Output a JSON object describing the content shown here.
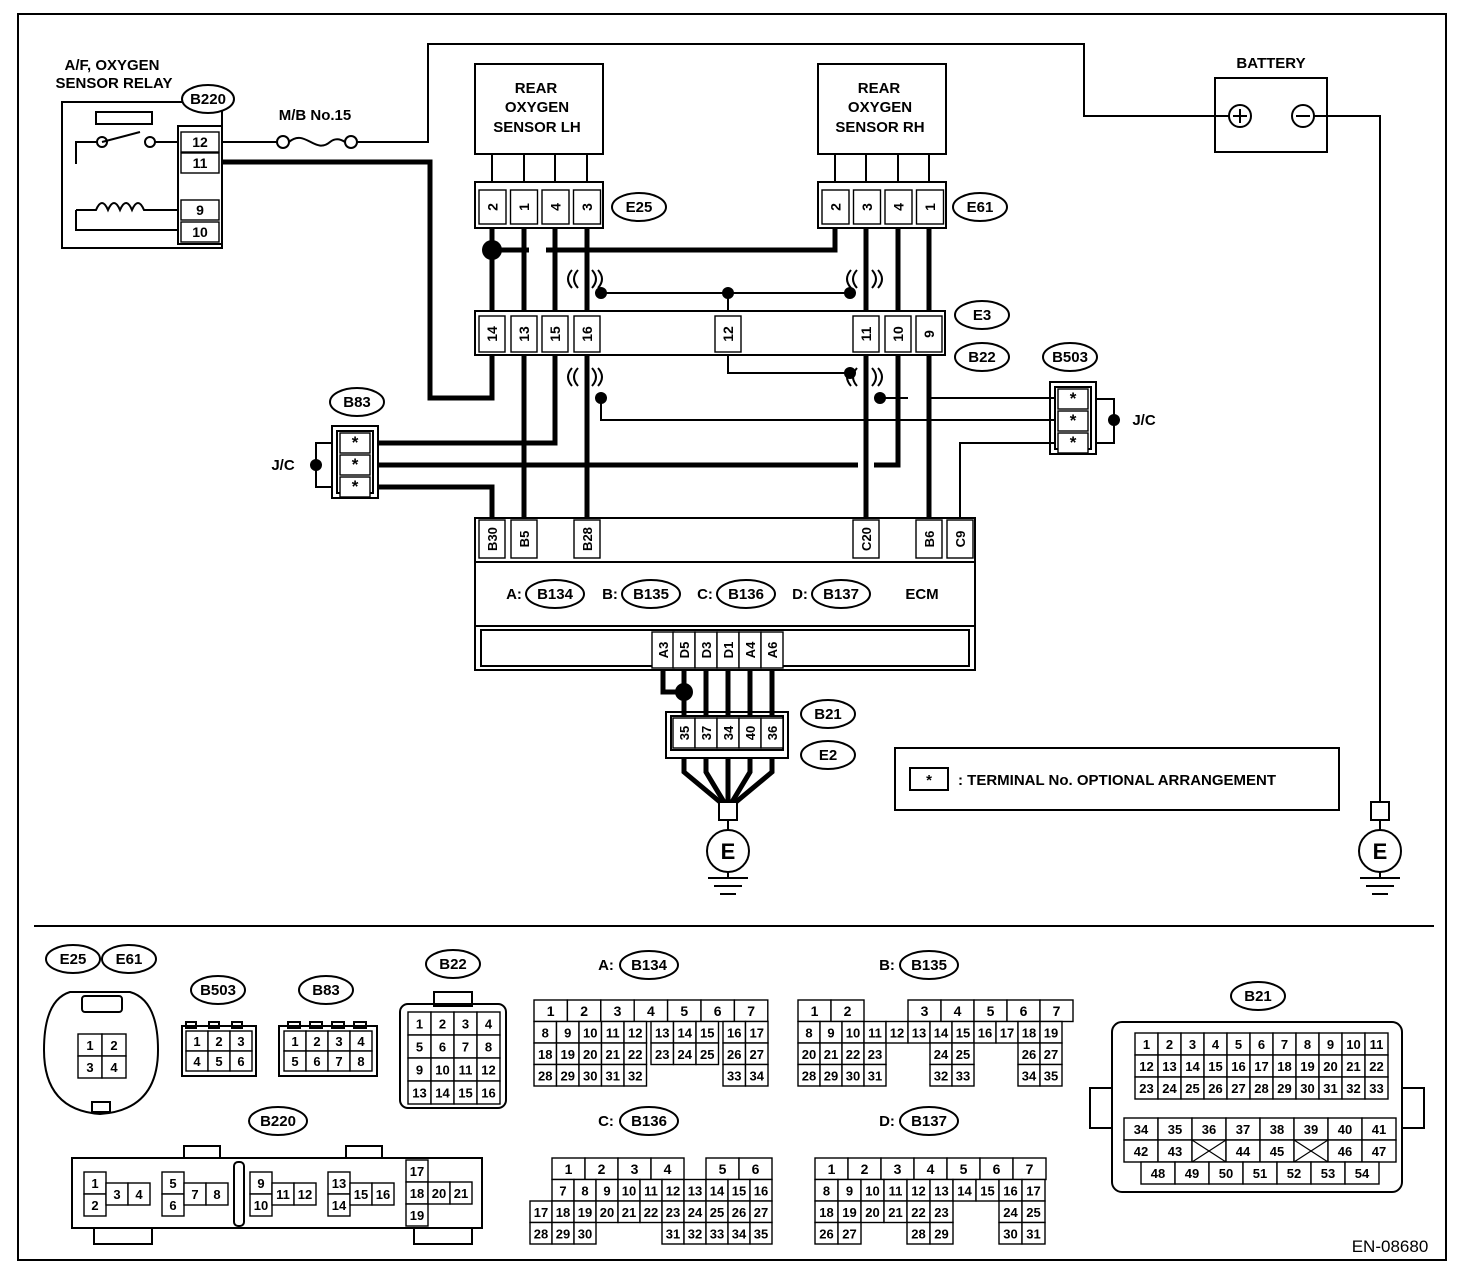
{
  "labels": {
    "relay_title_1": "A/F, OXYGEN",
    "relay_title_2": "SENSOR RELAY",
    "fuse": "M/B No.15",
    "battery": "BATTERY",
    "sensor_lh_1": "REAR",
    "sensor_lh_2": "OXYGEN",
    "sensor_lh_3": "SENSOR LH",
    "sensor_rh_1": "REAR",
    "sensor_rh_2": "OXYGEN",
    "sensor_rh_3": "SENSOR RH",
    "jc_left": "J/C",
    "jc_right": "J/C",
    "ecm": "ECM",
    "ecm_a": "A:",
    "ecm_b": "B:",
    "ecm_c": "C:",
    "ecm_d": "D:",
    "ground": "E",
    "legend_star": "*",
    "legend_text": ": TERMINAL No. OPTIONAL ARRANGEMENT",
    "doc_id": "EN-08680",
    "view_a": "A:",
    "view_b": "B:",
    "view_c": "C:",
    "view_d": "D:"
  },
  "connectors": {
    "B220": "B220",
    "E25": "E25",
    "E61": "E61",
    "E3": "E3",
    "B22": "B22",
    "B503": "B503",
    "B83": "B83",
    "B134": "B134",
    "B135": "B135",
    "B136": "B136",
    "B137": "B137",
    "B21": "B21",
    "E2": "E2"
  },
  "relay_pins": [
    "12",
    "11",
    "9",
    "10"
  ],
  "e25_pins": [
    "2",
    "1",
    "4",
    "3"
  ],
  "e61_pins": [
    "2",
    "3",
    "4",
    "1"
  ],
  "e3_pins": [
    "14",
    "13",
    "15",
    "16",
    "12",
    "11",
    "10",
    "9"
  ],
  "ecm_top_pins": [
    "B30",
    "B5",
    "B28",
    "C20",
    "B6",
    "C9"
  ],
  "ecm_bottom_pins": [
    "A3",
    "D5",
    "D3",
    "D1",
    "A4",
    "A6"
  ],
  "b21_pins": [
    "35",
    "37",
    "34",
    "40",
    "36"
  ],
  "jc_pins": [
    "*",
    "*",
    "*"
  ],
  "views": {
    "sensor": [
      [
        "1",
        "2"
      ],
      [
        "3",
        "4"
      ]
    ],
    "b503": [
      [
        "1",
        "2",
        "3"
      ],
      [
        "4",
        "5",
        "6"
      ]
    ],
    "b83": [
      [
        "1",
        "2",
        "3",
        "4"
      ],
      [
        "5",
        "6",
        "7",
        "8"
      ]
    ],
    "b22": [
      [
        "1",
        "2",
        "3",
        "4"
      ],
      [
        "5",
        "6",
        "7",
        "8"
      ],
      [
        "9",
        "10",
        "11",
        "12"
      ],
      [
        "13",
        "14",
        "15",
        "16"
      ]
    ],
    "b134": [
      [
        "1",
        "",
        "2",
        "",
        "3",
        "",
        "4",
        "",
        "5",
        "",
        "6",
        "",
        "7"
      ],
      [
        "8",
        "9",
        "10",
        "11",
        "12",
        "13",
        "14",
        "15",
        "16",
        "17"
      ],
      [
        "18",
        "19",
        "20",
        "21",
        "22",
        "23",
        "24",
        "25",
        "26",
        "27"
      ],
      [
        "28",
        "29",
        "30",
        "31",
        "32",
        "33",
        "34"
      ]
    ],
    "b135": [
      [
        "1",
        "2",
        "3",
        "4",
        "5",
        "6",
        "7"
      ],
      [
        "8",
        "9",
        "10",
        "11",
        "12",
        "13",
        "14",
        "15",
        "16",
        "17",
        "18",
        "19"
      ],
      [
        "20",
        "21",
        "22",
        "23",
        "24",
        "25",
        "26",
        "27"
      ],
      [
        "28",
        "29",
        "30",
        "31",
        "32",
        "33",
        "34",
        "35"
      ]
    ],
    "b136": [
      [
        "1",
        "2",
        "3",
        "4",
        "5",
        "6"
      ],
      [
        "7",
        "8",
        "9",
        "10",
        "11",
        "12",
        "13",
        "14",
        "15",
        "16"
      ],
      [
        "17",
        "18",
        "19",
        "20",
        "21",
        "22",
        "23",
        "24",
        "25",
        "26",
        "27"
      ],
      [
        "28",
        "29",
        "30",
        "31",
        "32",
        "33",
        "34",
        "35"
      ]
    ],
    "b137": [
      [
        "1",
        "2",
        "3",
        "4",
        "5",
        "6",
        "7"
      ],
      [
        "8",
        "9",
        "10",
        "11",
        "12",
        "13",
        "14",
        "15",
        "16",
        "17"
      ],
      [
        "18",
        "19",
        "20",
        "21",
        "22",
        "23",
        "24",
        "25"
      ],
      [
        "26",
        "27",
        "28",
        "29",
        "30",
        "31"
      ]
    ],
    "b21_top": [
      [
        "1",
        "2",
        "3",
        "4",
        "5",
        "6",
        "7",
        "8",
        "9",
        "10",
        "11"
      ],
      [
        "12",
        "13",
        "14",
        "15",
        "16",
        "17",
        "18",
        "19",
        "20",
        "21",
        "22"
      ],
      [
        "23",
        "24",
        "25",
        "26",
        "27",
        "28",
        "29",
        "30",
        "31",
        "32",
        "33"
      ]
    ],
    "b21_bottom": [
      [
        "34",
        "35",
        "36",
        "37",
        "38",
        "39",
        "40",
        "41"
      ],
      [
        "42",
        "43",
        "",
        "44",
        "45",
        "",
        "46",
        "47"
      ],
      [
        "48",
        "49",
        "50",
        "51",
        "52",
        "53",
        "54"
      ]
    ],
    "b220": [
      "1",
      "2",
      "3",
      "4",
      "5",
      "6",
      "7",
      "8",
      "9",
      "10",
      "11",
      "12",
      "13",
      "14",
      "15",
      "16",
      "17",
      "18",
      "19",
      "20",
      "21"
    ]
  }
}
